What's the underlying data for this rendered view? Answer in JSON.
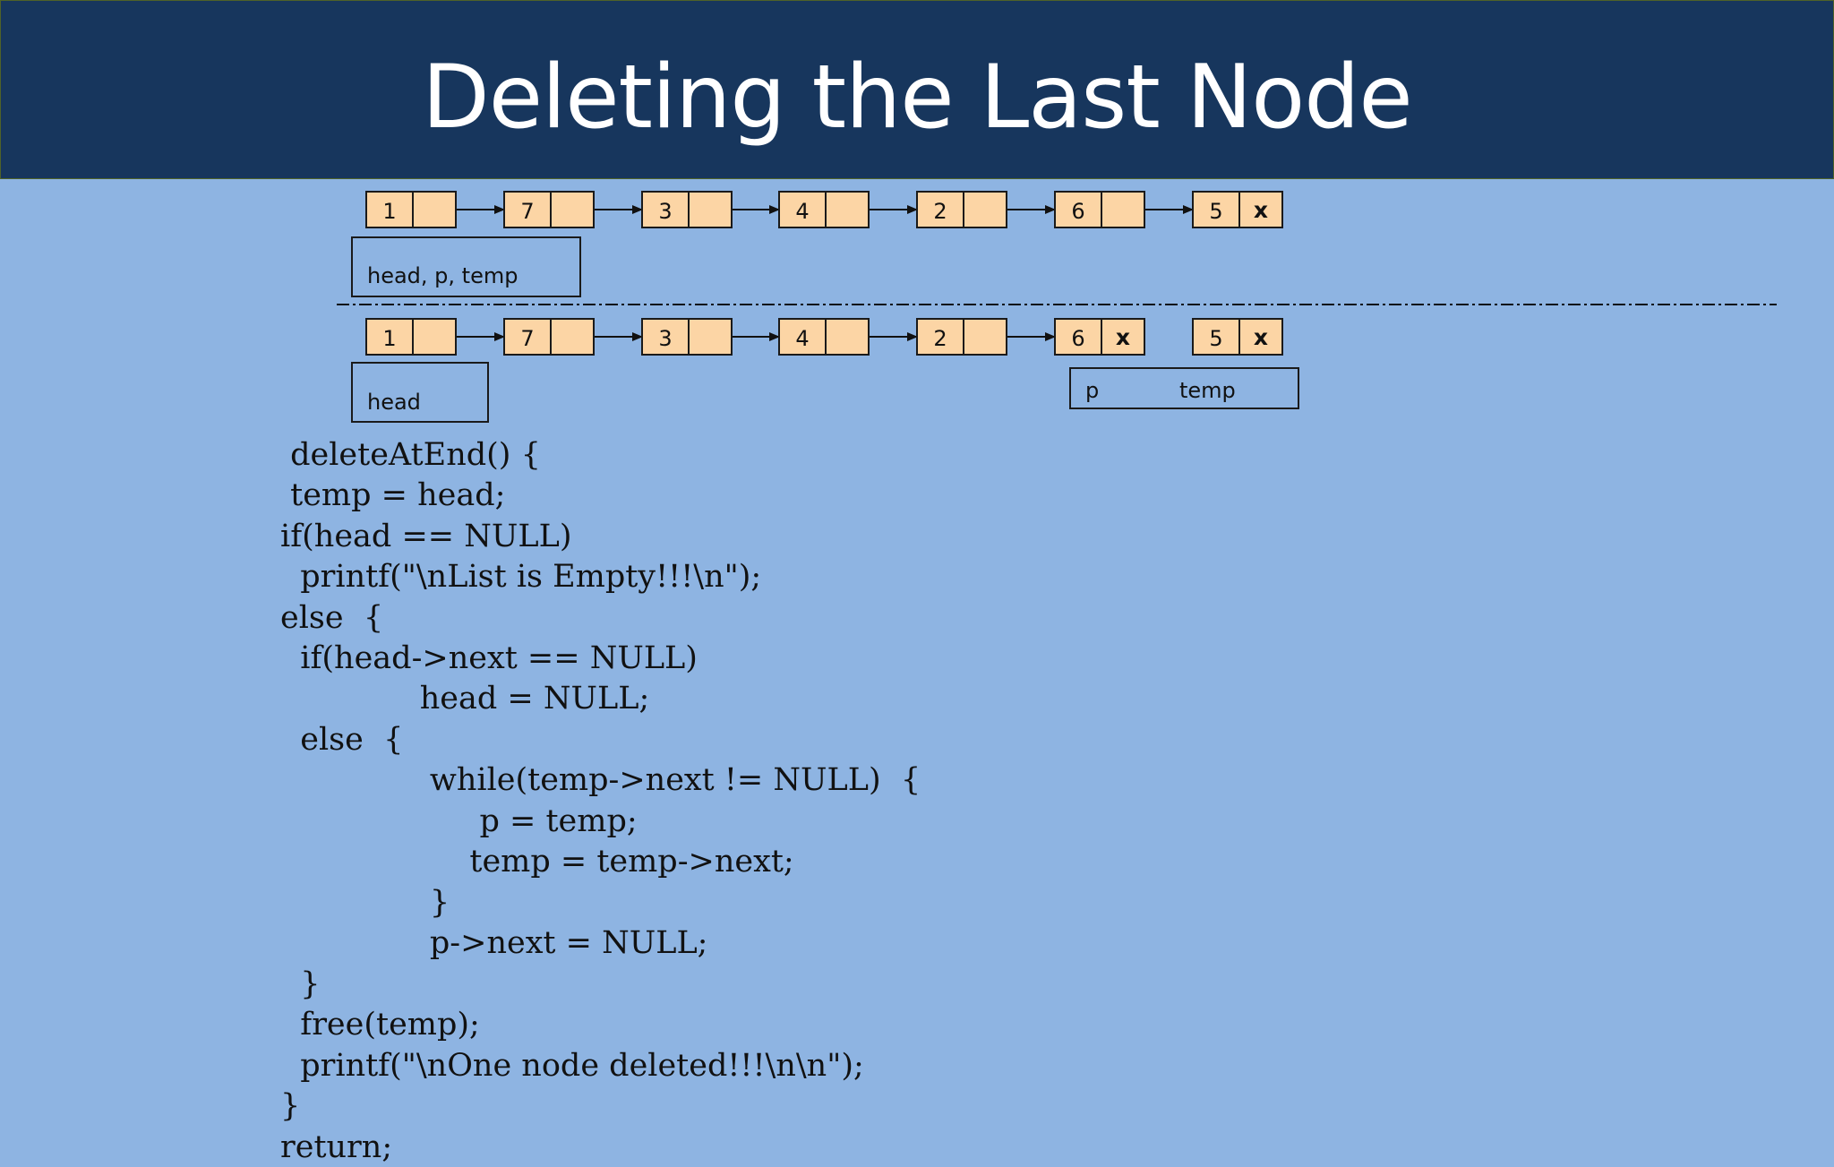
{
  "title": "Deleting the Last Node",
  "diagram_top": {
    "nodes": [
      {
        "value": "1",
        "next": ""
      },
      {
        "value": "7",
        "next": ""
      },
      {
        "value": "3",
        "next": ""
      },
      {
        "value": "4",
        "next": ""
      },
      {
        "value": "2",
        "next": ""
      },
      {
        "value": "6",
        "next": ""
      },
      {
        "value": "5",
        "next": "x"
      }
    ],
    "label": "head, p, temp"
  },
  "diagram_bottom": {
    "nodes": [
      {
        "value": "1",
        "next": ""
      },
      {
        "value": "7",
        "next": ""
      },
      {
        "value": "3",
        "next": ""
      },
      {
        "value": "4",
        "next": ""
      },
      {
        "value": "2",
        "next": ""
      },
      {
        "value": "6",
        "next": "x"
      },
      {
        "value": "5",
        "next": "x"
      }
    ],
    "head_label": "head",
    "p_label": "p",
    "temp_label": "temp"
  },
  "code": [
    " deleteAtEnd() {",
    " temp = head;",
    "if(head == NULL)",
    "  printf(\"\\nList is Empty!!!\\n\");",
    "else  {",
    "  if(head->next == NULL)",
    "              head = NULL;",
    "  else  {",
    "               while(temp->next != NULL)  {",
    "                    p = temp;",
    "                   temp = temp->next;",
    "               }",
    "               p->next = NULL;",
    "  }",
    "  free(temp);",
    "  printf(\"\\nOne node deleted!!!\\n\\n\");",
    "}",
    "return;"
  ]
}
